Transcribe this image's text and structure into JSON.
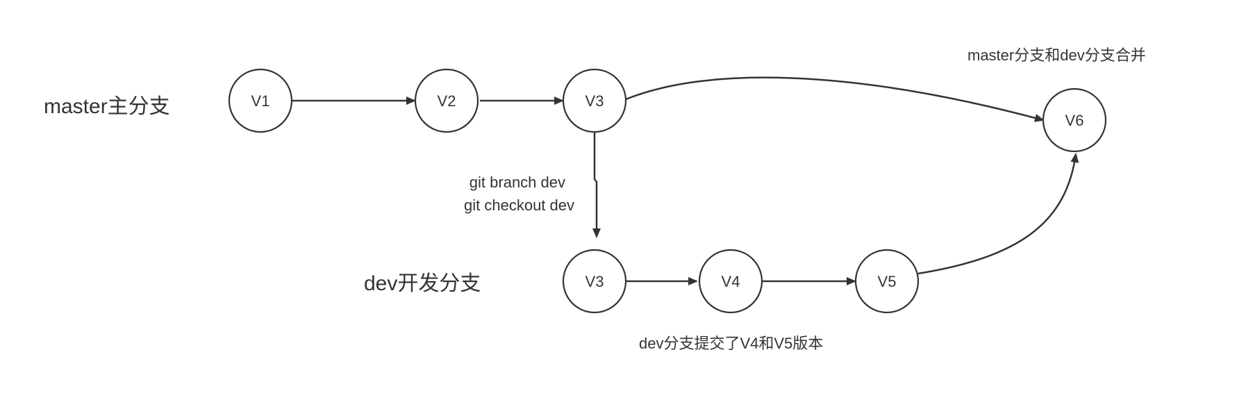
{
  "lanes": {
    "master_label": "master主分支",
    "dev_label": "dev开发分支"
  },
  "nodes": {
    "v1": "V1",
    "v2": "V2",
    "v3_master": "V3",
    "v3_dev": "V3",
    "v4": "V4",
    "v5": "V5",
    "v6": "V6"
  },
  "annotations": {
    "branch_cmd": "git branch dev",
    "checkout_cmd": "git checkout dev",
    "dev_commits": "dev分支提交了V4和V5版本",
    "merge": "master分支和dev分支合并"
  },
  "colors": {
    "stroke": "#333333",
    "background": "#ffffff"
  }
}
